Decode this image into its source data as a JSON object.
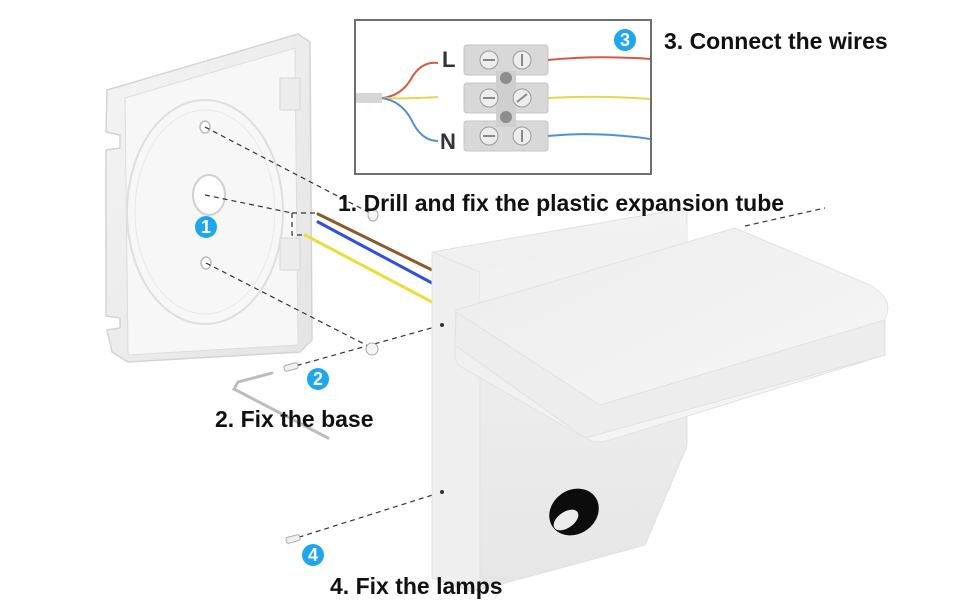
{
  "title": "Wall lamp installation diagram",
  "steps": [
    {
      "number": "1",
      "label": "1. Drill and fix the plastic expansion tube"
    },
    {
      "number": "2",
      "label": "2. Fix the base"
    },
    {
      "number": "3",
      "label": "3. Connect the wires"
    },
    {
      "number": "4",
      "label": "4. Fix the lamps"
    }
  ],
  "wiring_inset": {
    "terminal_labels": [
      "L",
      "N"
    ],
    "wire_colors": {
      "live": "#d9573f",
      "earth": "#e8d64a",
      "neutral": "#4f8fdc"
    }
  },
  "cable_colors": {
    "brown": "#8a5a2b",
    "blue": "#2f4fe0",
    "yellow": "#ecdc3a"
  },
  "badge_color": "#1ea7ef"
}
